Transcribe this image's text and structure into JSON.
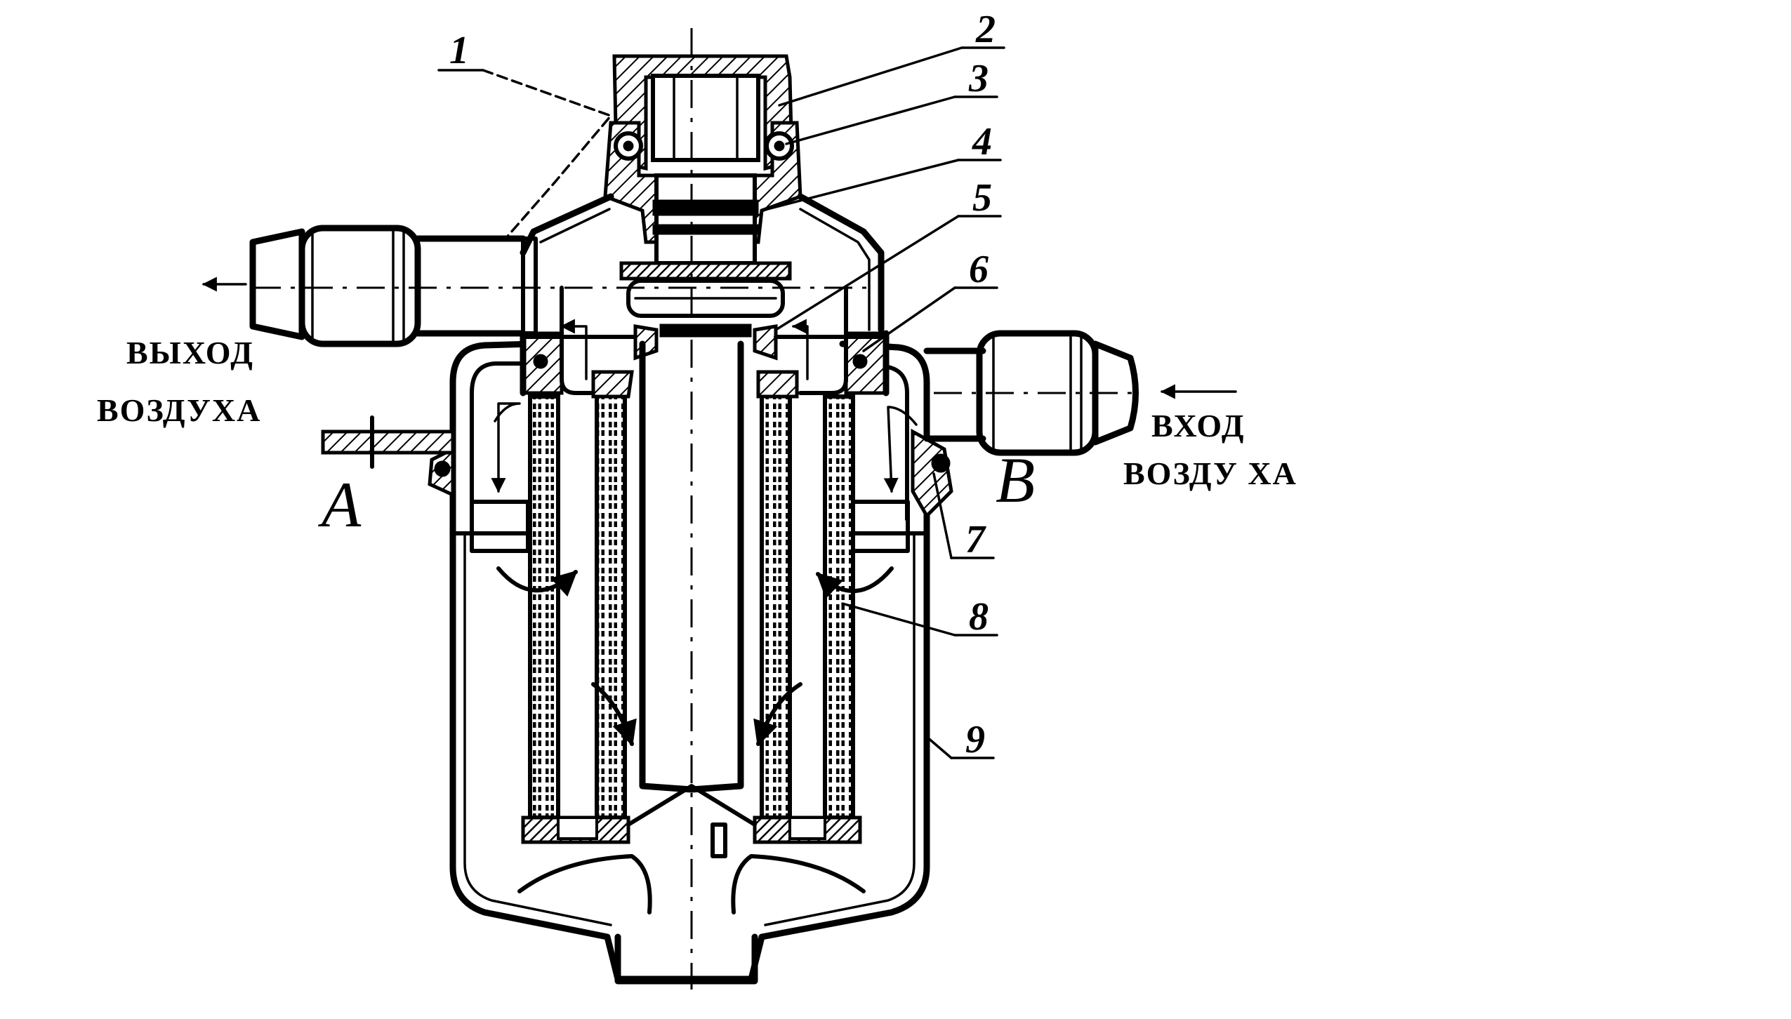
{
  "labels": {
    "parts": [
      "1",
      "2",
      "3",
      "4",
      "5",
      "6",
      "7",
      "8",
      "9"
    ],
    "port_a": "A",
    "port_b": "B"
  },
  "captions": {
    "outlet_line1": "ВЫХОД",
    "outlet_line2": "ВОЗДУХА",
    "inlet_line1": "ВХОД",
    "inlet_line2": "ВОЗДУ ХА"
  },
  "colors": {
    "ink": "#000000",
    "paper": "#ffffff"
  }
}
